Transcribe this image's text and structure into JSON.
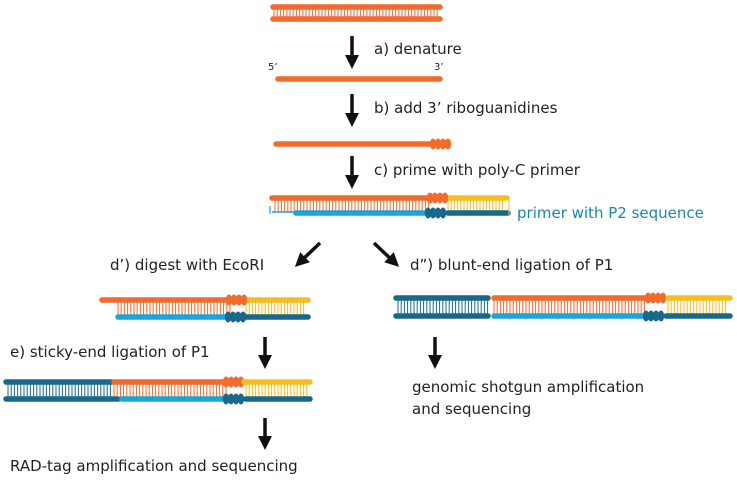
{
  "colors": {
    "orange": "#f26a2c",
    "blue": "#1ba4d8",
    "dark_teal": "#17698c",
    "yellow": "#f7bd1e",
    "arrow": "#111111",
    "primer_text": "#1a86a8"
  },
  "steps": {
    "a": "a) denature",
    "b": "b) add 3’ riboguanidines",
    "c": "c) prime with poly-C primer",
    "primer": "primer with P2 sequence",
    "d1": "d’) digest with EcoRI",
    "d2": "d”) blunt-end ligation of P1",
    "e": "e) sticky-end ligation of P1",
    "result_left": "RAD-tag amplification and sequencing",
    "result_right_line1": "genomic shotgun amplification",
    "result_right_line2": "and sequencing"
  },
  "strand_ends": {
    "five_prime": "5’",
    "three_prime": "3’"
  },
  "icons": [
    "arrow-down-icon",
    "arrow-diagonal-left-icon",
    "arrow-diagonal-right-icon"
  ]
}
